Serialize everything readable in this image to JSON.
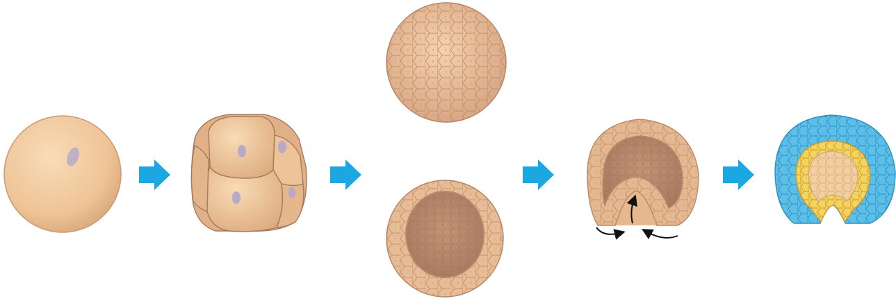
{
  "stages": [
    {
      "id": "zygote",
      "icon": "zygote-icon"
    },
    {
      "id": "cleavage-8-cell",
      "icon": "eight-cell-embryo-icon"
    },
    {
      "id": "morula",
      "icon": "morula-icon"
    },
    {
      "id": "blastula-section",
      "icon": "blastula-cross-section-icon"
    },
    {
      "id": "gastrulation-invagination",
      "icon": "invagination-icon"
    },
    {
      "id": "gastrula-germ-layers",
      "icon": "gastrula-icon"
    }
  ],
  "arrows": 4,
  "colors": {
    "arrow": "#1aa7e2",
    "cell_fill": "#f0c99e",
    "cell_shadow": "#d9a87f",
    "cell_edge": "#b88a6a",
    "nucleus": "#b8a9c8",
    "ectoderm": "#5bbfe8",
    "endoderm": "#f4d35e",
    "mesoderm_core": "#f0c99e",
    "motion_arrow": "#111111"
  }
}
